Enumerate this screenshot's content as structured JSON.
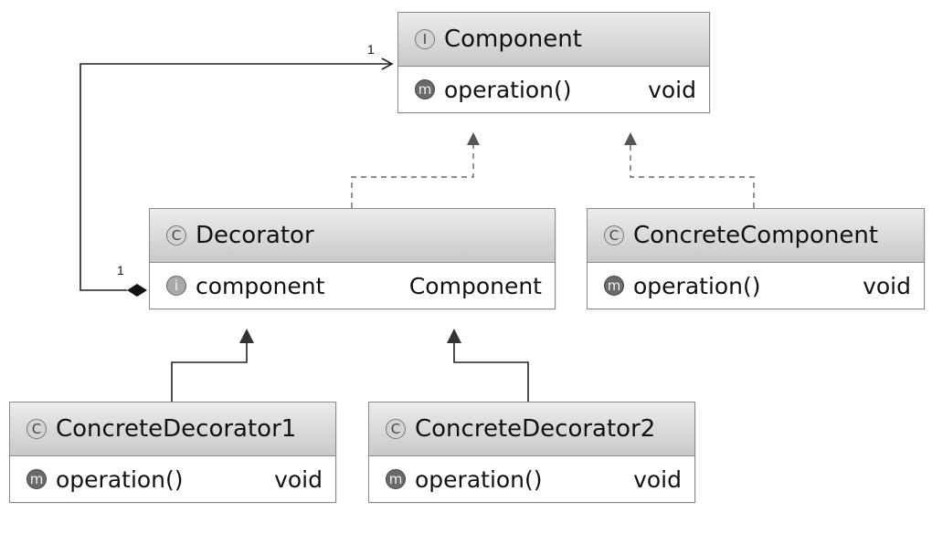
{
  "classes": {
    "component": {
      "kind_badge": "I",
      "name": "Component",
      "members": [
        {
          "badge": "m",
          "name": "operation()",
          "type": "void"
        }
      ]
    },
    "decorator": {
      "kind_badge": "C",
      "name": "Decorator",
      "members": [
        {
          "badge": "i",
          "name": "component",
          "type": "Component"
        }
      ]
    },
    "concrete_component": {
      "kind_badge": "C",
      "name": "ConcreteComponent",
      "members": [
        {
          "badge": "m",
          "name": "operation()",
          "type": "void"
        }
      ]
    },
    "concrete_decorator1": {
      "kind_badge": "C",
      "name": "ConcreteDecorator1",
      "members": [
        {
          "badge": "m",
          "name": "operation()",
          "type": "void"
        }
      ]
    },
    "concrete_decorator2": {
      "kind_badge": "C",
      "name": "ConcreteDecorator2",
      "members": [
        {
          "badge": "m",
          "name": "operation()",
          "type": "void"
        }
      ]
    }
  },
  "relations": {
    "aggregation_target_multiplicity": "1",
    "aggregation_source_multiplicity": "1"
  },
  "colors": {
    "header_top": "#ececec",
    "header_bottom": "#c9c9c9",
    "border": "#8a8a8a",
    "line": "#222222",
    "dashed_line": "#666666"
  }
}
